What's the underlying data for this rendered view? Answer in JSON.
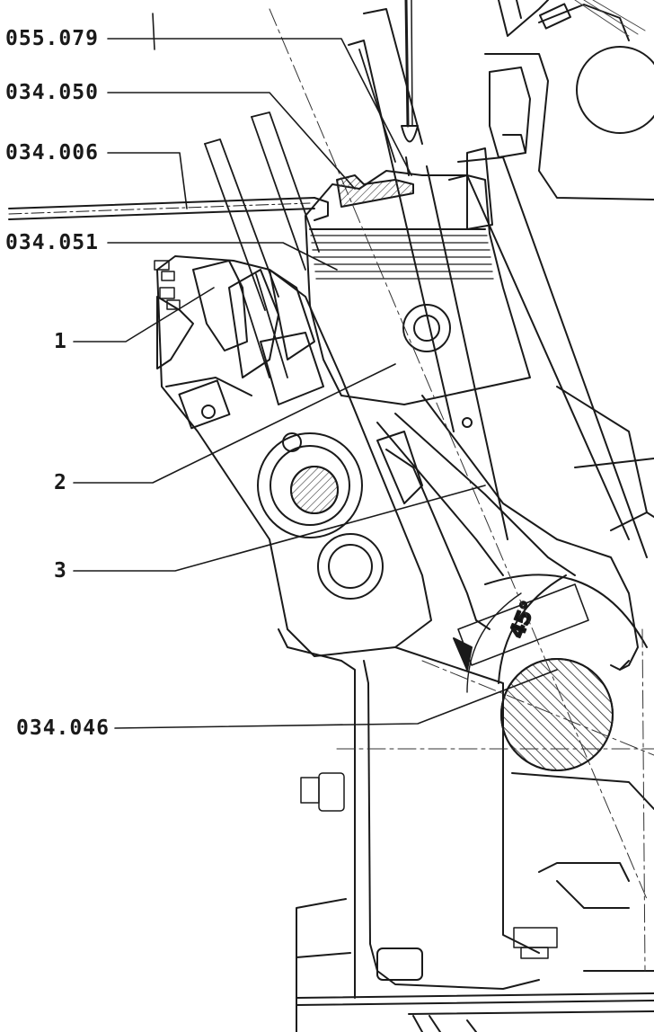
{
  "figure": {
    "callouts": {
      "c055079": "055.079",
      "c034050": "034.050",
      "c034006": "034.006",
      "c034051": "034.051",
      "c1": "1",
      "c2": "2",
      "c3": "3",
      "c034046": "034.046"
    },
    "angle_label": "45°"
  },
  "colors": {
    "ink": "#1a1a1a",
    "paper": "#ffffff"
  }
}
